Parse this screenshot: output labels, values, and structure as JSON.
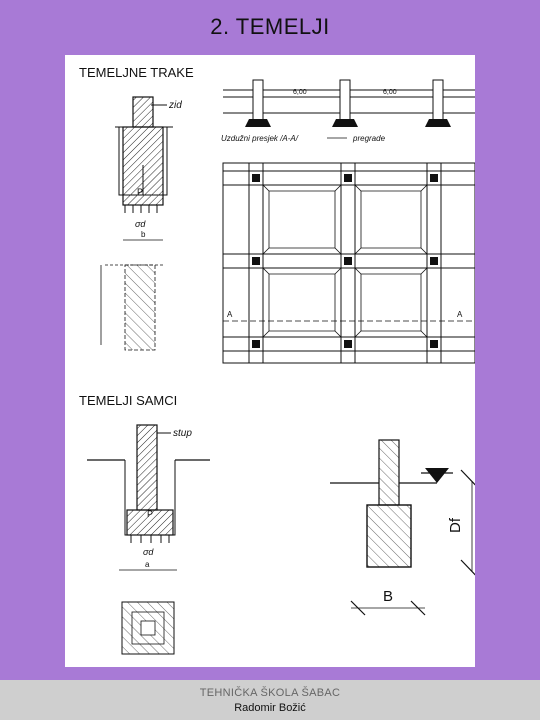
{
  "slide": {
    "title": "2. TEMELJI"
  },
  "sections": {
    "strip_title": "TEMELJNE TRAKE",
    "isolated_title": "TEMELJI SAMCI"
  },
  "strip_detail": {
    "wall_label": "zid",
    "load_label": "P",
    "stress_label": "σd",
    "width_label": "b"
  },
  "plan_detail": {
    "section_label": "Uzdužni presjek /A-A/",
    "partition_label": "pregrade",
    "grid_dim": "6,00",
    "marker_a": "A"
  },
  "isolated_detail": {
    "column_label": "stup",
    "load_label": "P",
    "stress_label": "σd",
    "width_label": "a"
  },
  "schematic": {
    "depth_label": "Df",
    "width_label": "B"
  },
  "footer": {
    "school": "TEHNIČKA ŠKOLA ŠABAC",
    "author": "Radomir Božić"
  },
  "colors": {
    "background": "#a87ad6",
    "footer": "#cfcfcf",
    "sheet": "#ffffff"
  }
}
